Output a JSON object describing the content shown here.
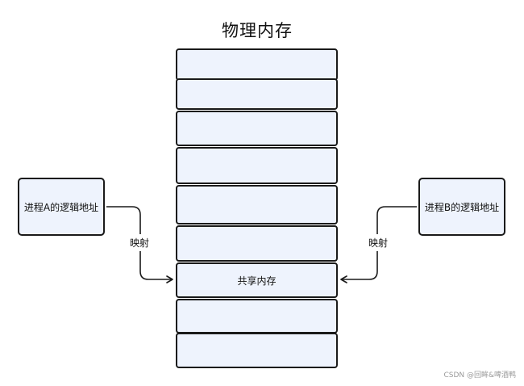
{
  "title": "物理内存",
  "memory_blocks": [
    "",
    "",
    "",
    "",
    "",
    "",
    "共享内存",
    "",
    ""
  ],
  "process_a": {
    "label": "进程A的逻辑地址"
  },
  "process_b": {
    "label": "进程B的逻辑地址"
  },
  "mapping_left": "映射",
  "mapping_right": "映射",
  "watermark": "CSDN @回眸&啤酒鸭",
  "colors": {
    "block_fill": "#eef3fd",
    "stroke": "#1a1a1a"
  }
}
